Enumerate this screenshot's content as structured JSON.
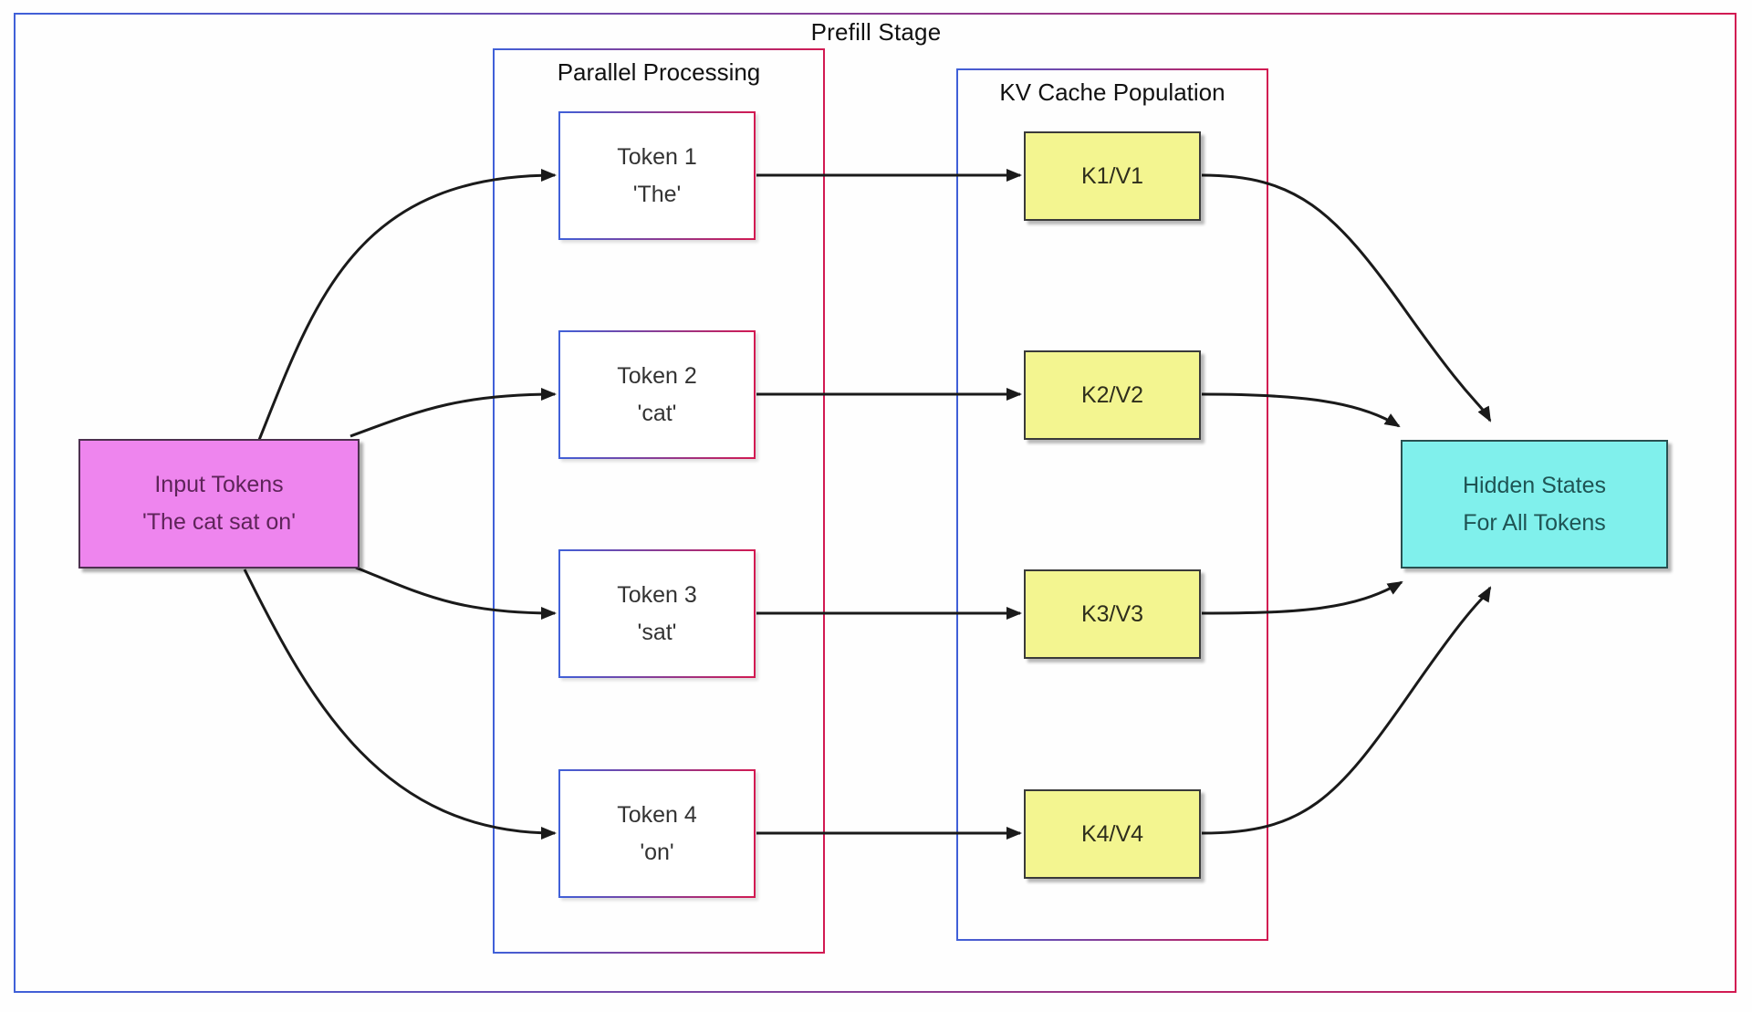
{
  "diagram": {
    "title": "Prefill Stage",
    "groups": [
      {
        "title": "Parallel Processing"
      },
      {
        "title": "KV Cache Population"
      }
    ],
    "input_node": {
      "line1": "Input Tokens",
      "line2": "'The cat sat on'"
    },
    "token_nodes": [
      {
        "line1": "Token 1",
        "line2": "'The'"
      },
      {
        "line1": "Token 2",
        "line2": "'cat'"
      },
      {
        "line1": "Token 3",
        "line2": "'sat'"
      },
      {
        "line1": "Token 4",
        "line2": "'on'"
      }
    ],
    "kv_nodes": [
      {
        "label": "K1/V1"
      },
      {
        "label": "K2/V2"
      },
      {
        "label": "K3/V3"
      },
      {
        "label": "K4/V4"
      }
    ],
    "hidden_node": {
      "line1": "Hidden States",
      "line2": "For All Tokens"
    },
    "edges": [
      {
        "from": "input-tokens",
        "to": "token-1"
      },
      {
        "from": "input-tokens",
        "to": "token-2"
      },
      {
        "from": "input-tokens",
        "to": "token-3"
      },
      {
        "from": "input-tokens",
        "to": "token-4"
      },
      {
        "from": "token-1",
        "to": "k1v1"
      },
      {
        "from": "token-2",
        "to": "k2v2"
      },
      {
        "from": "token-3",
        "to": "k3v3"
      },
      {
        "from": "token-4",
        "to": "k4v4"
      },
      {
        "from": "k1v1",
        "to": "hidden-states"
      },
      {
        "from": "k2v2",
        "to": "hidden-states"
      },
      {
        "from": "k3v3",
        "to": "hidden-states"
      },
      {
        "from": "k4v4",
        "to": "hidden-states"
      }
    ],
    "colors": {
      "border_gradient_left": "#4060d8",
      "border_gradient_right": "#d21a52",
      "input_fill": "#ee85ee",
      "kv_fill": "#f3f590",
      "hidden_fill": "#80f0ec",
      "token_fill": "#ffffff",
      "edge_stroke": "#1a1a1a"
    }
  }
}
